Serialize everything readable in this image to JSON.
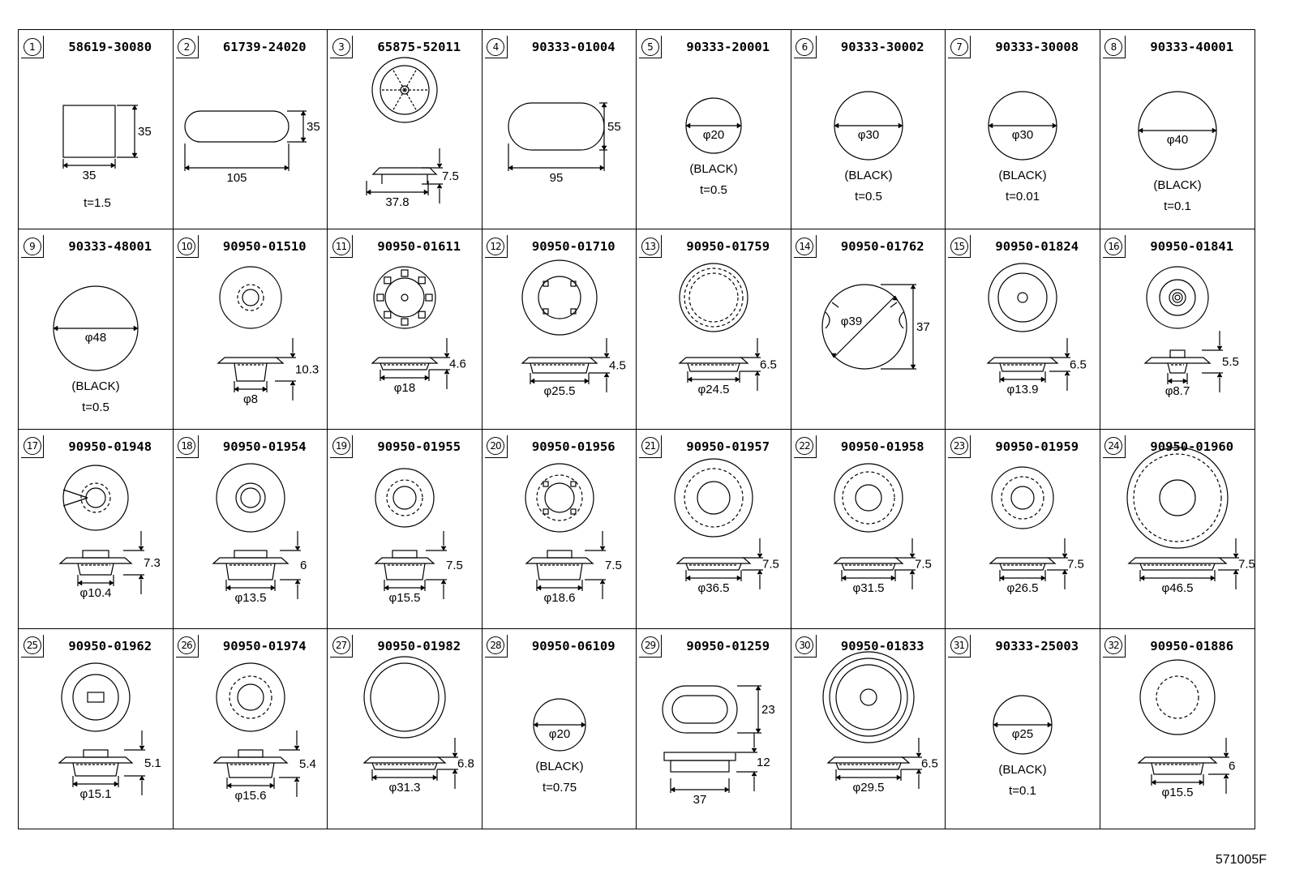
{
  "diagram_code": "571005F",
  "parts": [
    {
      "no": "1",
      "part": "58619-30080",
      "dims": [
        "35",
        "35"
      ],
      "notes": [
        "t=1.5"
      ]
    },
    {
      "no": "2",
      "part": "61739-24020",
      "dims": [
        "35",
        "105"
      ],
      "notes": []
    },
    {
      "no": "3",
      "part": "65875-52011",
      "dims": [
        "7.5",
        "37.8"
      ],
      "notes": []
    },
    {
      "no": "4",
      "part": "90333-01004",
      "dims": [
        "55",
        "95"
      ],
      "notes": []
    },
    {
      "no": "5",
      "part": "90333-20001",
      "dims": [
        "φ20"
      ],
      "notes": [
        "(BLACK)",
        "t=0.5"
      ]
    },
    {
      "no": "6",
      "part": "90333-30002",
      "dims": [
        "φ30"
      ],
      "notes": [
        "(BLACK)",
        "t=0.5"
      ]
    },
    {
      "no": "7",
      "part": "90333-30008",
      "dims": [
        "φ30"
      ],
      "notes": [
        "(BLACK)",
        "t=0.01"
      ]
    },
    {
      "no": "8",
      "part": "90333-40001",
      "dims": [
        "φ40"
      ],
      "notes": [
        "(BLACK)",
        "t=0.1"
      ]
    },
    {
      "no": "9",
      "part": "90333-48001",
      "dims": [
        "φ48"
      ],
      "notes": [
        "(BLACK)",
        "t=0.5"
      ]
    },
    {
      "no": "10",
      "part": "90950-01510",
      "dims": [
        "10.3",
        "φ8"
      ],
      "notes": []
    },
    {
      "no": "11",
      "part": "90950-01611",
      "dims": [
        "4.6",
        "φ18"
      ],
      "notes": []
    },
    {
      "no": "12",
      "part": "90950-01710",
      "dims": [
        "4.5",
        "φ25.5"
      ],
      "notes": []
    },
    {
      "no": "13",
      "part": "90950-01759",
      "dims": [
        "6.5",
        "φ24.5"
      ],
      "notes": []
    },
    {
      "no": "14",
      "part": "90950-01762",
      "dims": [
        "φ39",
        "37"
      ],
      "notes": []
    },
    {
      "no": "15",
      "part": "90950-01824",
      "dims": [
        "6.5",
        "φ13.9"
      ],
      "notes": []
    },
    {
      "no": "16",
      "part": "90950-01841",
      "dims": [
        "5.5",
        "φ8.7"
      ],
      "notes": []
    },
    {
      "no": "17",
      "part": "90950-01948",
      "dims": [
        "7.3",
        "φ10.4"
      ],
      "notes": []
    },
    {
      "no": "18",
      "part": "90950-01954",
      "dims": [
        "6",
        "φ13.5"
      ],
      "notes": []
    },
    {
      "no": "19",
      "part": "90950-01955",
      "dims": [
        "7.5",
        "φ15.5"
      ],
      "notes": []
    },
    {
      "no": "20",
      "part": "90950-01956",
      "dims": [
        "7.5",
        "φ18.6"
      ],
      "notes": []
    },
    {
      "no": "21",
      "part": "90950-01957",
      "dims": [
        "7.5",
        "φ36.5"
      ],
      "notes": []
    },
    {
      "no": "22",
      "part": "90950-01958",
      "dims": [
        "7.5",
        "φ31.5"
      ],
      "notes": []
    },
    {
      "no": "23",
      "part": "90950-01959",
      "dims": [
        "7.5",
        "φ26.5"
      ],
      "notes": []
    },
    {
      "no": "24",
      "part": "90950-01960",
      "dims": [
        "7.5",
        "φ46.5"
      ],
      "notes": []
    },
    {
      "no": "25",
      "part": "90950-01962",
      "dims": [
        "5.1",
        "φ15.1"
      ],
      "notes": []
    },
    {
      "no": "26",
      "part": "90950-01974",
      "dims": [
        "5.4",
        "φ15.6"
      ],
      "notes": []
    },
    {
      "no": "27",
      "part": "90950-01982",
      "dims": [
        "6.8",
        "φ31.3"
      ],
      "notes": []
    },
    {
      "no": "28",
      "part": "90950-06109",
      "dims": [
        "φ20"
      ],
      "notes": [
        "(BLACK)",
        "t=0.75"
      ]
    },
    {
      "no": "29",
      "part": "90950-01259",
      "dims": [
        "23",
        "12",
        "37"
      ],
      "notes": []
    },
    {
      "no": "30",
      "part": "90950-01833",
      "dims": [
        "6.5",
        "φ29.5"
      ],
      "notes": []
    },
    {
      "no": "31",
      "part": "90333-25003",
      "dims": [
        "φ25"
      ],
      "notes": [
        "(BLACK)",
        "t=0.1"
      ]
    },
    {
      "no": "32",
      "part": "90950-01886",
      "dims": [
        "6",
        "φ15.5"
      ],
      "notes": []
    }
  ]
}
